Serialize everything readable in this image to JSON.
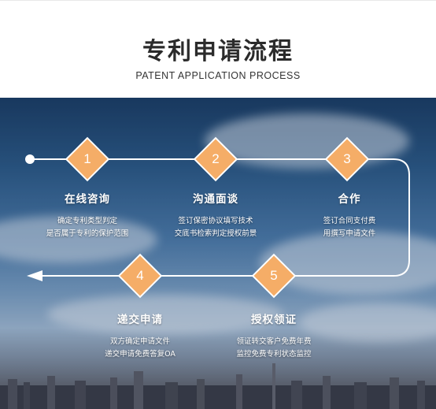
{
  "header": {
    "title": "专利申请流程",
    "subtitle": "PATENT APPLICATION PROCESS"
  },
  "colors": {
    "accent": "#f5ad67",
    "accent_border": "#ffffff",
    "line": "#ffffff"
  },
  "steps": [
    {
      "num": "1",
      "name": "在线咨询",
      "desc1": "确定专利类型判定",
      "desc2": "是否属于专利的保护范围"
    },
    {
      "num": "2",
      "name": "沟通面谈",
      "desc1": "签订保密协议填写技术",
      "desc2": "交底书检索判定授权前景"
    },
    {
      "num": "3",
      "name": "合作",
      "desc1": "签订合同支付费",
      "desc2": "用撰写申请文件"
    },
    {
      "num": "4",
      "name": "递交申请",
      "desc1": "双方确定申请文件",
      "desc2": "递交申请免费答复OA"
    },
    {
      "num": "5",
      "name": "授权领证",
      "desc1": "领证转交客户免费年费",
      "desc2": "监控免费专利状态监控"
    }
  ]
}
